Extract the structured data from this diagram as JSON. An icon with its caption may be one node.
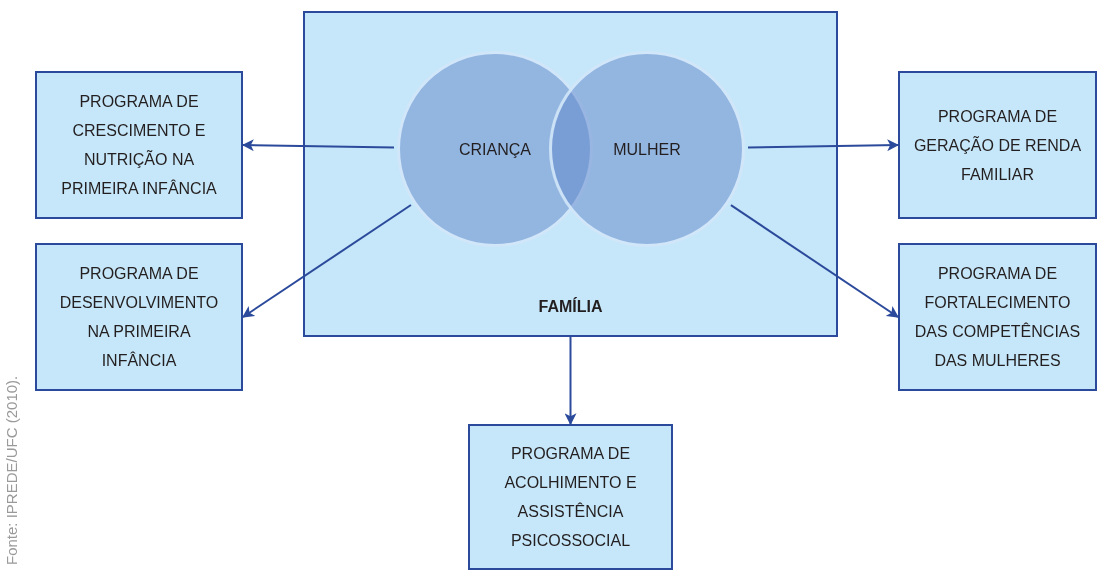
{
  "diagram": {
    "nodes": [
      {
        "text": [
          "FAMÍLIA"
        ]
      },
      {
        "text": [
          "CRIANÇA"
        ],
        "in": 0
      },
      {
        "text": [
          "MULHER"
        ],
        "in": 0
      },
      {
        "text": [
          "PROGRAMA DE CRESCIMENTO E NUTRIÇÃO NA PRIMEIRA INFÂNCIA"
        ]
      },
      {
        "text": [
          "PROGRAMA DE DESENVOLVIMENTO NA PRIMEIRA INFÂNCIA"
        ]
      },
      {
        "text": [
          "PROGRAMA DE GERAÇÃO DE RENDA FAMILIAR"
        ]
      },
      {
        "text": [
          "PROGRAMA DE FORTALECIMENTO DAS COMPETÊNCIAS DAS MULHERES"
        ]
      },
      {
        "text": [
          "PROGRAMA DE ACOLHIMENTO E ASSISTÊNCIA PSICOSSOCIAL"
        ]
      }
    ],
    "edges": [
      {
        "from": 1,
        "to": 3,
        "arrow": "to"
      },
      {
        "from": 1,
        "to": 4,
        "arrow": "to"
      },
      {
        "from": 2,
        "to": 5,
        "arrow": "to"
      },
      {
        "from": 2,
        "to": 6,
        "arrow": "to"
      },
      {
        "from": 0,
        "to": 7,
        "arrow": "to"
      }
    ],
    "labels": [
      "Fonte: IPREDE/UFC (2010)."
    ]
  }
}
